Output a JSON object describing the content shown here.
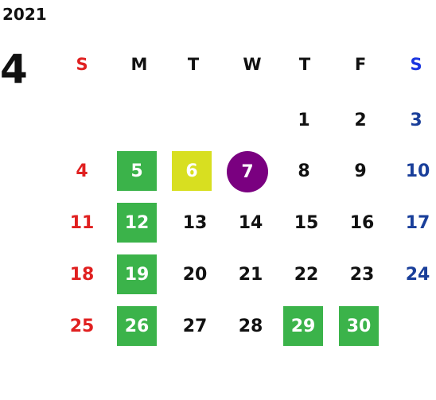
{
  "year": "2021",
  "month": "4",
  "weekdays": [
    "S",
    "M",
    "T",
    "W",
    "T",
    "F",
    "S"
  ],
  "weeks": [
    [
      "",
      "",
      "",
      "",
      "1",
      "2",
      "3"
    ],
    [
      "4",
      "5",
      "6",
      "7",
      "8",
      "9",
      "10"
    ],
    [
      "11",
      "12",
      "13",
      "14",
      "15",
      "16",
      "17"
    ],
    [
      "18",
      "19",
      "20",
      "21",
      "22",
      "23",
      "24"
    ],
    [
      "25",
      "26",
      "27",
      "28",
      "29",
      "30",
      ""
    ]
  ],
  "colors": {
    "sunday": "#e02020",
    "saturday": "#1a3f9a",
    "green_highlight": "#3bb34a",
    "yellow_highlight": "#d8df20",
    "purple_today": "#7a0080"
  }
}
